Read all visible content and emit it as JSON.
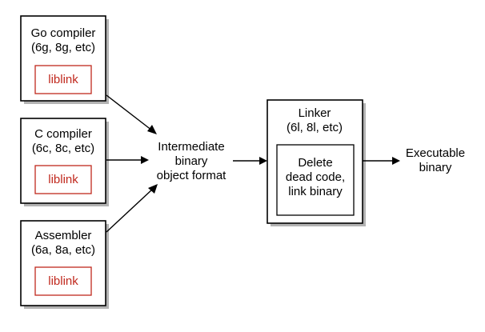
{
  "colors": {
    "library_accent": "#c0281d",
    "stroke": "#000000"
  },
  "compilers": [
    {
      "title": "Go compiler",
      "subtitle": "(6g, 8g, etc)",
      "library": "liblink"
    },
    {
      "title": "C compiler",
      "subtitle": "(6c, 8c, etc)",
      "library": "liblink"
    },
    {
      "title": "Assembler",
      "subtitle": "(6a, 8a, etc)",
      "library": "liblink"
    }
  ],
  "intermediate": {
    "lines": [
      "Intermediate",
      "binary",
      "object format"
    ]
  },
  "linker": {
    "title": "Linker",
    "subtitle": "(6l, 8l, etc)",
    "inner_lines": [
      "Delete",
      "dead code,",
      "link binary"
    ]
  },
  "output": {
    "lines": [
      "Executable",
      "binary"
    ]
  }
}
